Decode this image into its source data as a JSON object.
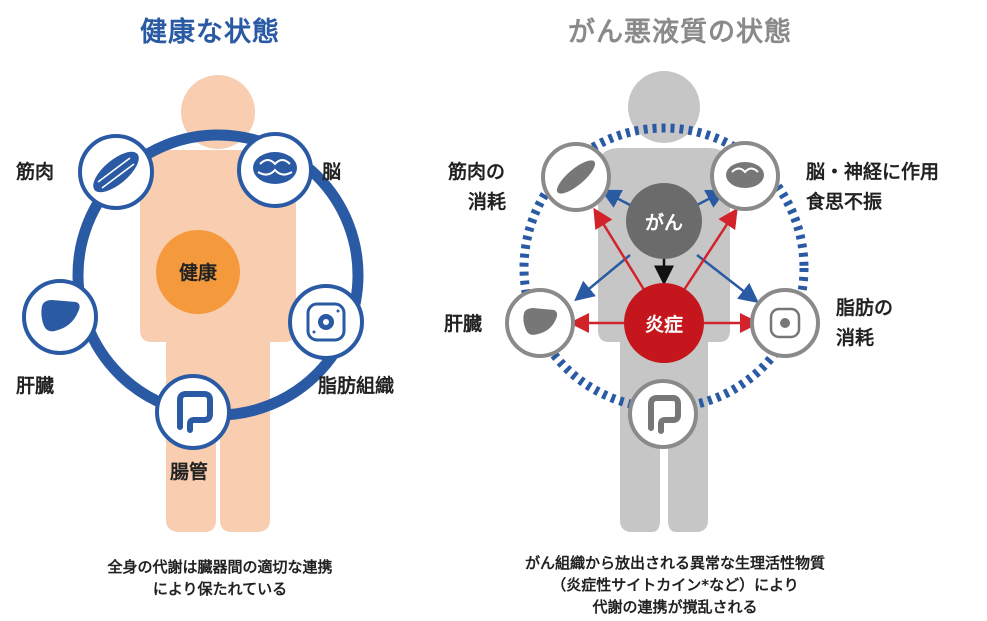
{
  "healthy": {
    "title": "健康な状態",
    "center_label": "健康",
    "organs": {
      "muscle": "筋肉",
      "brain": "脳",
      "liver": "肝臓",
      "fat": "脂肪組織",
      "intestine": "腸管"
    },
    "caption_line1": "全身の代謝は臓器間の適切な連携",
    "caption_line2": "により保たれている"
  },
  "cachexia": {
    "title": "がん悪液質の状態",
    "cancer_label": "がん",
    "inflammation_label": "炎症",
    "organs": {
      "muscle_line1": "筋肉の",
      "muscle_line2": "消耗",
      "brain_line1": "脳・神経に作用",
      "brain_line2": "食思不振",
      "liver": "肝臓",
      "fat_line1": "脂肪の",
      "fat_line2": "消耗"
    },
    "caption_line1": "がん組織から放出される異常な生理活性物質",
    "caption_line2": "（炎症性サイトカイン*など）により",
    "caption_line3": "代謝の連携が撹乱される"
  },
  "colors": {
    "healthy_accent": "#2a5aa3",
    "healthy_body": "#f8cdb0",
    "healthy_center": "#f59a3c",
    "cachexia_body": "#c6c6c6",
    "cancer_node": "#6b6b6b",
    "inflammation_node": "#c5161d",
    "arrow_red": "#d2232a",
    "arrow_blue": "#2a5aa3",
    "cachexia_icon": "#777777",
    "dashed_ring": "#2a5aa3"
  }
}
